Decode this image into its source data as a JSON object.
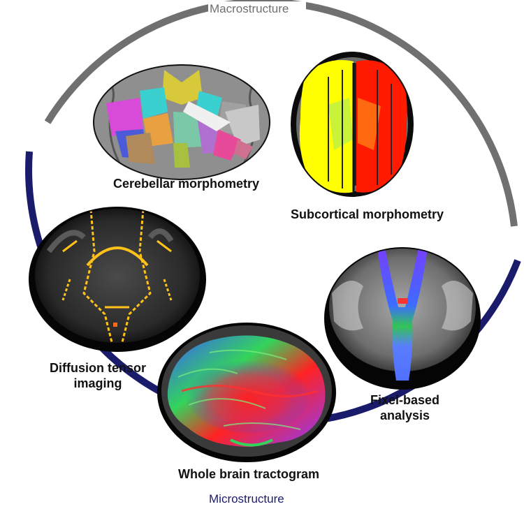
{
  "rings": {
    "macro": {
      "label": "Macrostructure",
      "color": "#707070"
    },
    "micro": {
      "label": "Microstructure",
      "color": "#1b1b6b"
    }
  },
  "panels": {
    "cerebellar": {
      "label": "Cerebellar morphometry"
    },
    "subcortical": {
      "label": "Subcortical morphometry"
    },
    "dti": {
      "label_line1": "Diffusion tensor",
      "label_line2": "imaging"
    },
    "tractogram": {
      "label": "Whole brain tractogram"
    },
    "fixel": {
      "label_line1": "Fixel-based",
      "label_line2": "analysis"
    }
  },
  "colors": {
    "left_hemisphere": "#ffff00",
    "right_hemisphere": "#ff1a00",
    "dti_skeleton": "#ffc21a"
  }
}
